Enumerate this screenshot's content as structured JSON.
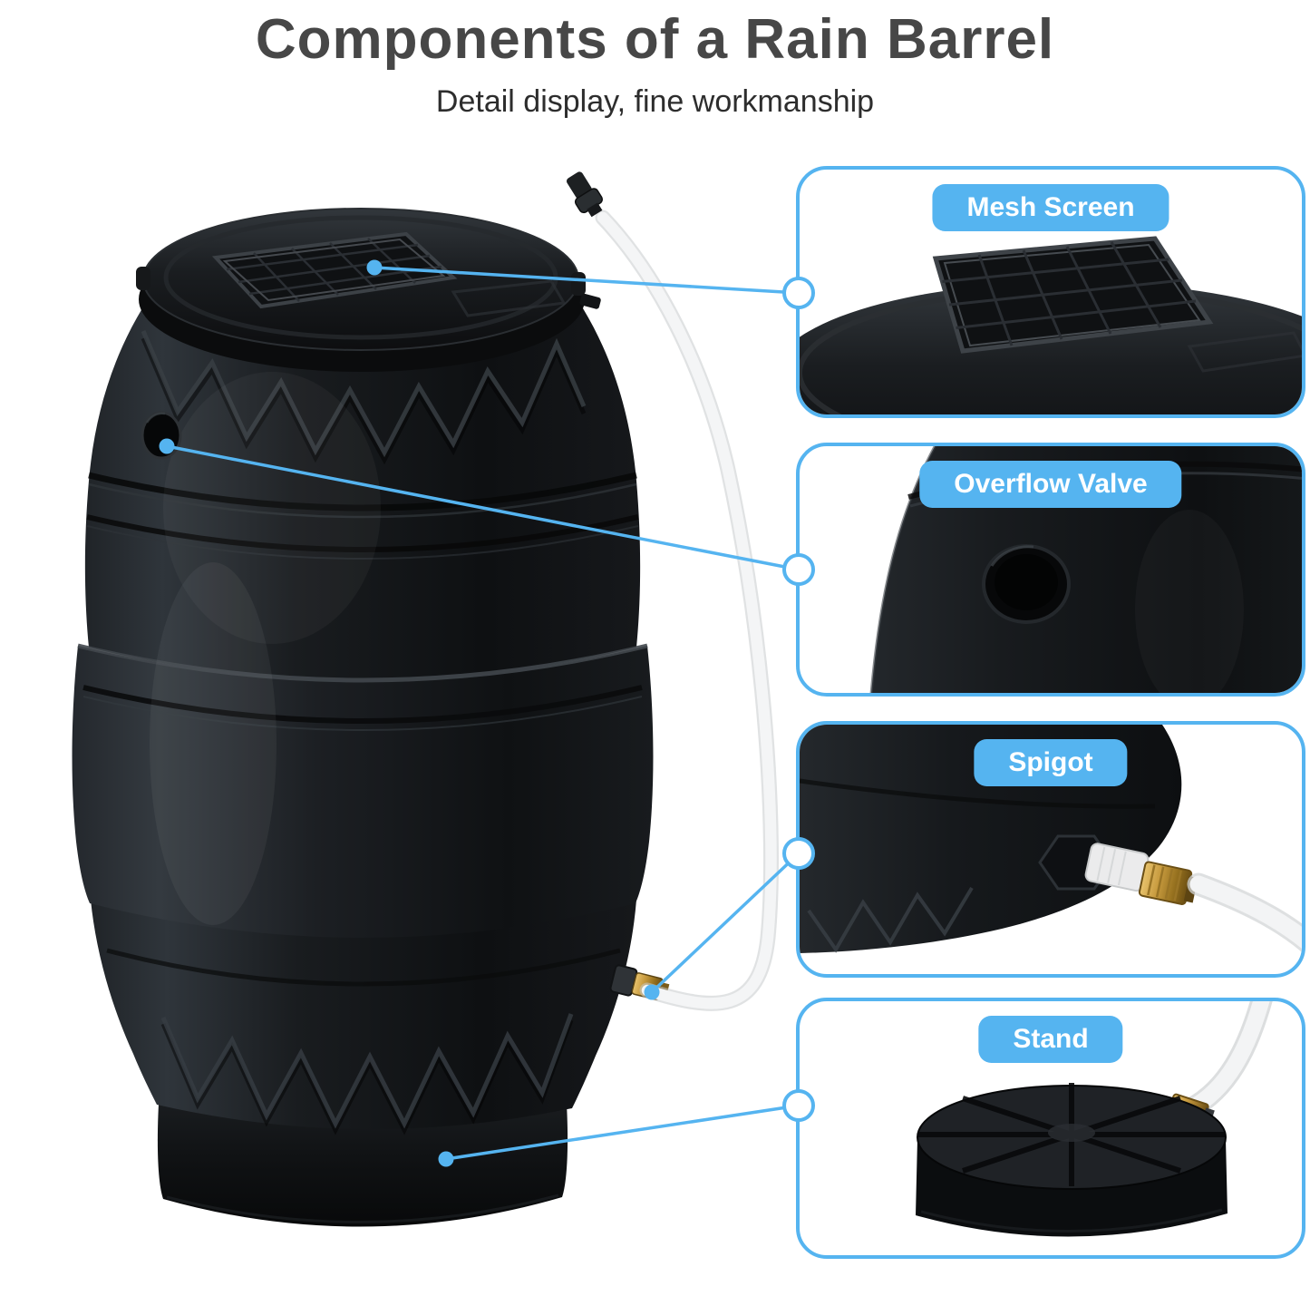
{
  "header": {
    "title": "Components of a Rain Barrel",
    "subtitle": "Detail display, fine workmanship"
  },
  "callouts": [
    {
      "label": "Mesh Screen"
    },
    {
      "label": "Overflow Valve"
    },
    {
      "label": "Spigot"
    },
    {
      "label": "Stand"
    }
  ],
  "illustration": {
    "main": "black-rain-barrel-with-hose",
    "details": [
      "mesh-screen-closeup",
      "overflow-valve-closeup",
      "spigot-closeup",
      "stand-closeup"
    ]
  },
  "colors": {
    "accent_blue": "#55b4f0",
    "pill_text": "#ffffff",
    "title_gray": "#474747",
    "subtitle_gray": "#2d2d2d",
    "background": "#ffffff",
    "barrel_black": "#131518",
    "brass": "#c79a3e",
    "hose_white": "#f4f5f6"
  }
}
